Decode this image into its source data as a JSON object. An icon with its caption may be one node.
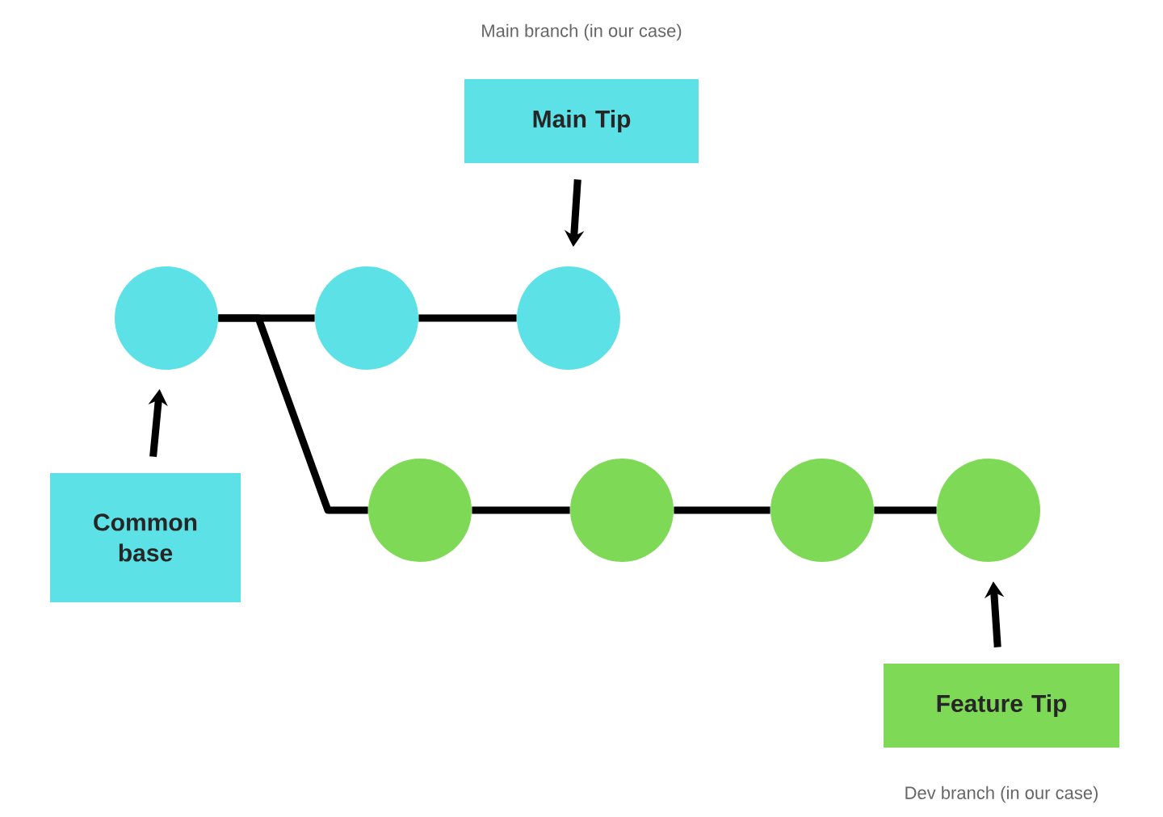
{
  "diagram": {
    "nodes": [
      {
        "text": [
          "Main Tip"
        ],
        "beside": [
          "Main branch (in our case)"
        ]
      },
      {
        "text": [],
        "shape": "circle"
      },
      {
        "text": [],
        "shape": "circle"
      },
      {
        "text": [],
        "shape": "circle"
      },
      {
        "text": [
          "Common base"
        ]
      },
      {
        "text": [],
        "shape": "circle"
      },
      {
        "text": [],
        "shape": "circle"
      },
      {
        "text": [],
        "shape": "circle"
      },
      {
        "text": [],
        "shape": "circle"
      },
      {
        "text": [
          "Feature Tip"
        ],
        "beside": [
          "Dev branch (in our case)"
        ]
      }
    ],
    "edges": [
      {
        "from": 0,
        "to": 3,
        "arrow": "to"
      },
      {
        "from": 4,
        "to": 1,
        "arrow": "to"
      },
      {
        "from": 1,
        "to": 2,
        "arrow": "none"
      },
      {
        "from": 2,
        "to": 3,
        "arrow": "none"
      },
      {
        "from": 1,
        "to": 5,
        "arrow": "none"
      },
      {
        "from": 5,
        "to": 6,
        "arrow": "none"
      },
      {
        "from": 6,
        "to": 7,
        "arrow": "none"
      },
      {
        "from": 7,
        "to": 8,
        "arrow": "none"
      },
      {
        "from": 9,
        "to": 8,
        "arrow": "to"
      }
    ]
  }
}
